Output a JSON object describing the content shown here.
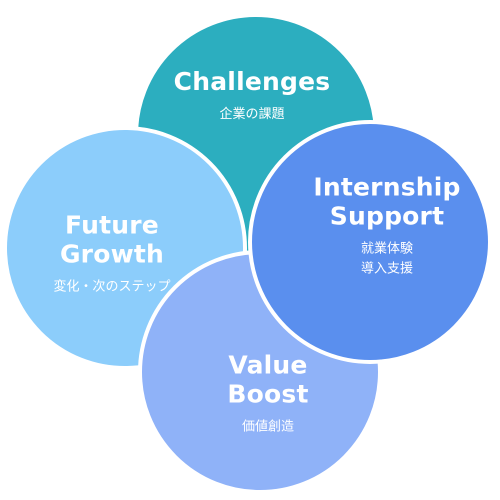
{
  "colors": {
    "challenges": "#2caebf",
    "internship": "#5a8fee",
    "future": "#8ccdfb",
    "value": "#8fb2f8",
    "divider": "#ffffff",
    "text": "#ffffff"
  },
  "circles": [
    {
      "key": "challenges",
      "title": "Challenges",
      "subtitle": "企業の課題"
    },
    {
      "key": "internship",
      "title": "Internship\nSupport",
      "subtitle": "就業体験\n導入支援"
    },
    {
      "key": "future",
      "title": "Future\nGrowth",
      "subtitle": "変化・次のステップ"
    },
    {
      "key": "value",
      "title": "Value\nBoost",
      "subtitle": "価値創造"
    }
  ]
}
